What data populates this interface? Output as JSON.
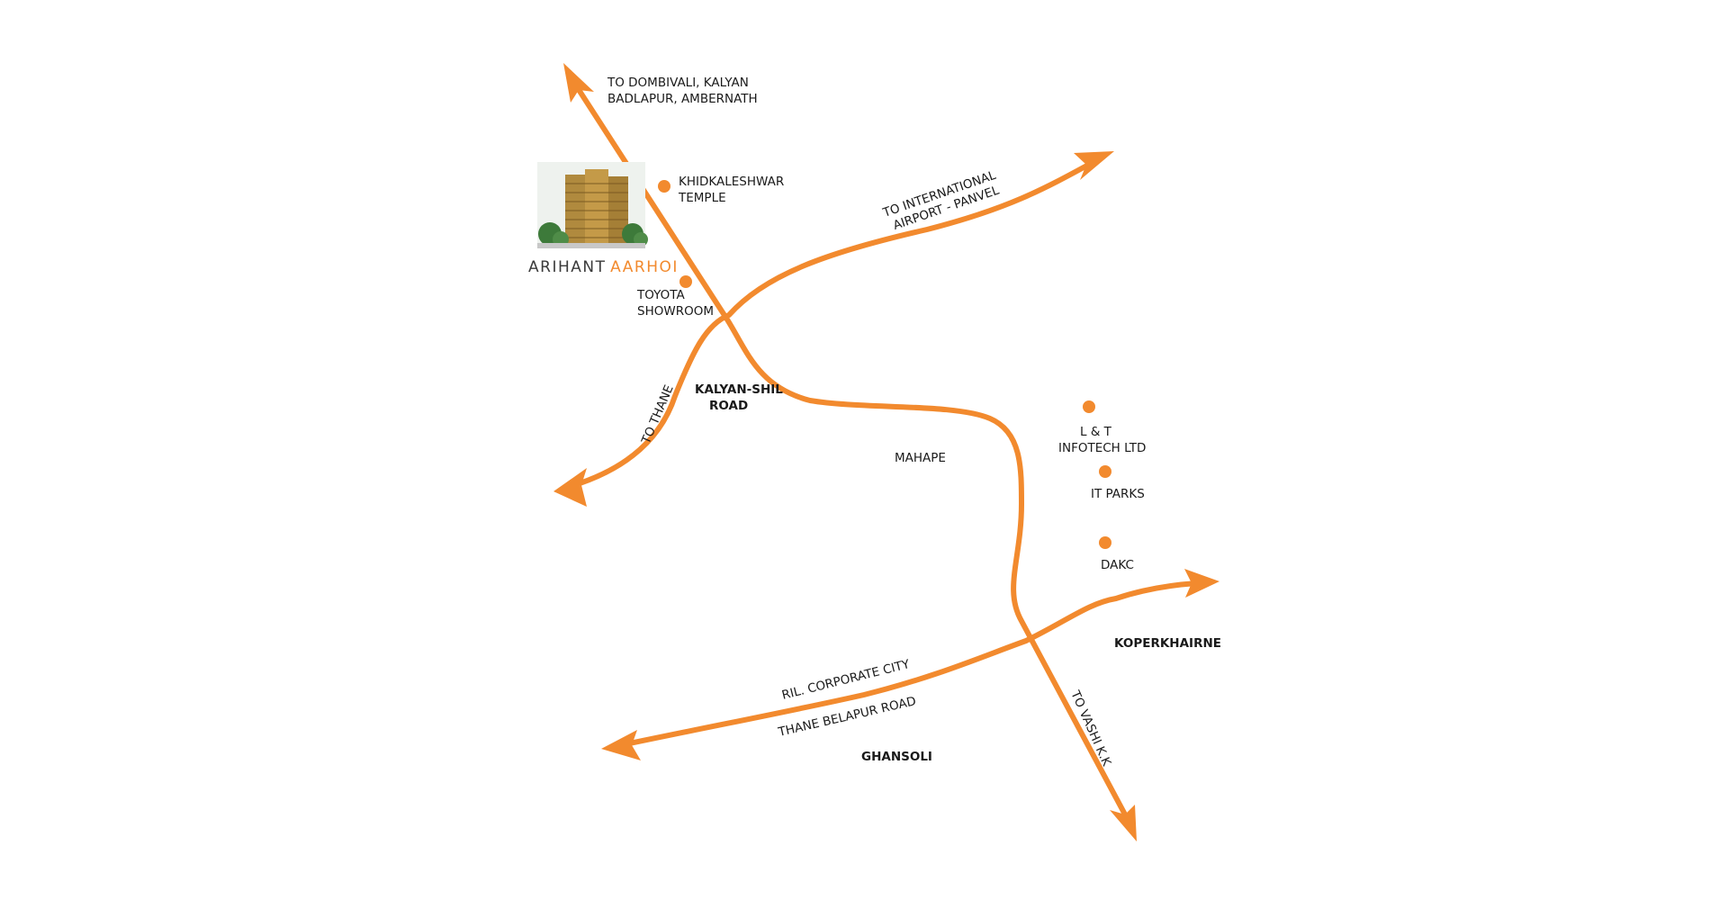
{
  "colors": {
    "road": "#f28a2e",
    "text": "#1a1a1a",
    "logo_dark": "#3b3b3b",
    "logo_accent": "#f28a2e"
  },
  "logo": {
    "brand_primary": "ARIHANT",
    "brand_secondary": "AARHOI",
    "building_image": "building-photo-icon"
  },
  "roads": {
    "kalyan_shil": {
      "dest_line1": "TO DOMBIVALI, KALYAN",
      "dest_line2": "BADLAPUR, AMBERNATH",
      "name_line1": "KALYAN-SHIL",
      "name_line2": "ROAD"
    },
    "airport": {
      "line1": "TO INTERNATIONAL",
      "line2": "AIRPORT - PANVEL"
    },
    "thane": {
      "label": "TO THANE"
    },
    "vashi": {
      "label": "TO VASHI K.K"
    },
    "thane_belapur": {
      "line_upper": "RIL. CORPORATE CITY",
      "line_lower": "THANE BELAPUR ROAD"
    }
  },
  "pois": [
    {
      "id": "khidkaleshwar",
      "line1": "KHIDKALESHWAR",
      "line2": "TEMPLE"
    },
    {
      "id": "toyota",
      "line1": "TOYOTA",
      "line2": "SHOWROOM"
    },
    {
      "id": "lt",
      "line1": "L & T",
      "line2": "INFOTECH LTD"
    },
    {
      "id": "itparks",
      "line1": "IT PARKS"
    },
    {
      "id": "dakc",
      "line1": "DAKC"
    }
  ],
  "areas": {
    "mahape": "MAHAPE",
    "koperkhairne": "KOPERKHAIRNE",
    "ghansoli": "GHANSOLI"
  }
}
